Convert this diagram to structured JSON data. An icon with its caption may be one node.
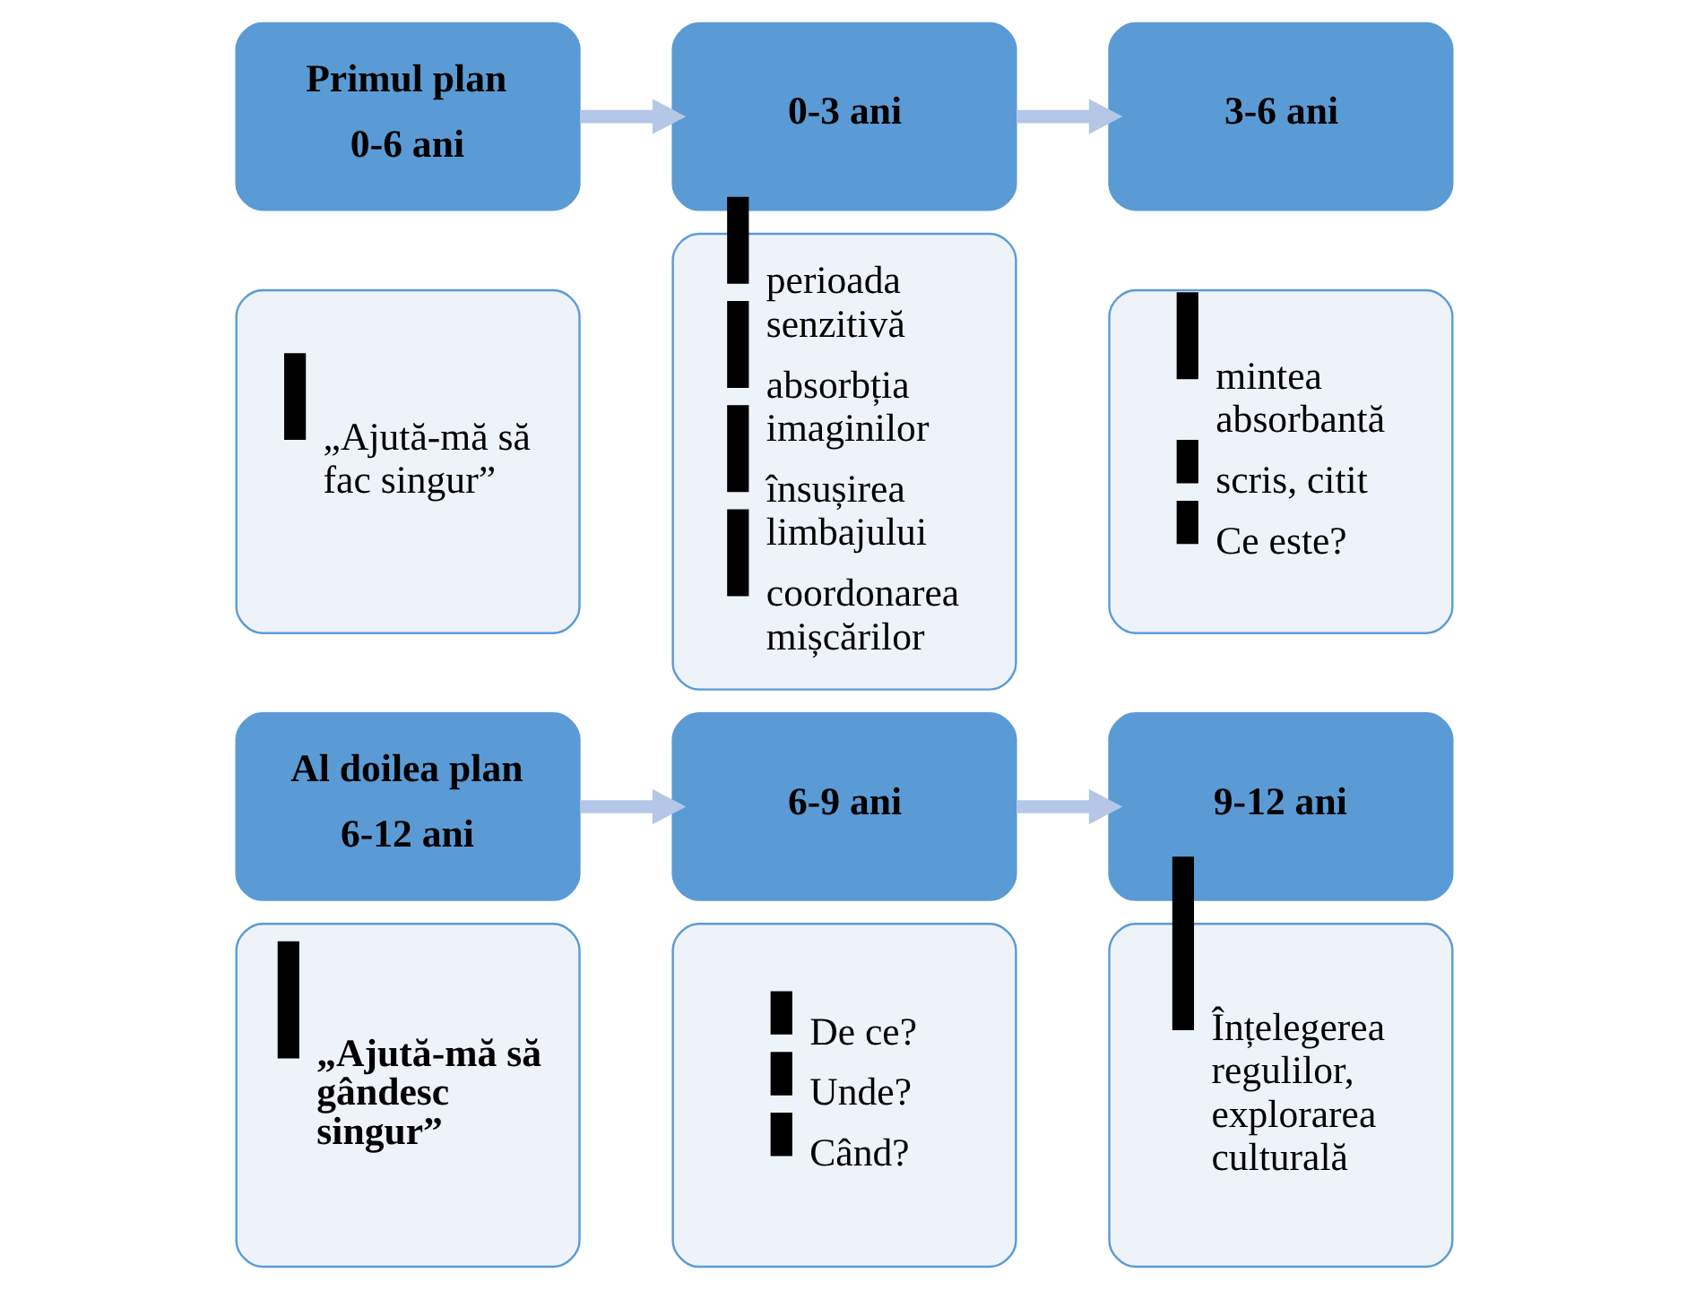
{
  "diagram": {
    "nodes": [
      {
        "text": [
          "Primul plan",
          "0-6 ani"
        ]
      },
      {
        "text": [
          "„Ajută-mă să fac singur”"
        ]
      },
      {
        "text": [
          "0-3 ani"
        ]
      },
      {
        "text": [
          "perioada senzitivă",
          "absorbția imaginilor",
          "însușirea limbajului",
          "coordonarea mișcărilor"
        ]
      },
      {
        "text": [
          "3-6 ani"
        ]
      },
      {
        "text": [
          "mintea absorbantă",
          "scris, citit",
          "Ce este?"
        ]
      },
      {
        "text": [
          "Al doilea plan",
          "6-12 ani"
        ]
      },
      {
        "text": [
          "„Ajută-mă să gândesc singur”"
        ]
      },
      {
        "text": [
          "6-9 ani"
        ]
      },
      {
        "text": [
          "De ce?",
          "Unde?",
          "Când?"
        ]
      },
      {
        "text": [
          "9-12 ani"
        ]
      },
      {
        "text": [
          "Înțelegerea regulilor, explorarea culturală"
        ]
      }
    ],
    "edges": [
      {
        "from": 0,
        "to": 2,
        "arrow": "to"
      },
      {
        "from": 2,
        "to": 4,
        "arrow": "to"
      },
      {
        "from": 6,
        "to": 8,
        "arrow": "to"
      },
      {
        "from": 8,
        "to": 10,
        "arrow": "to"
      }
    ]
  }
}
